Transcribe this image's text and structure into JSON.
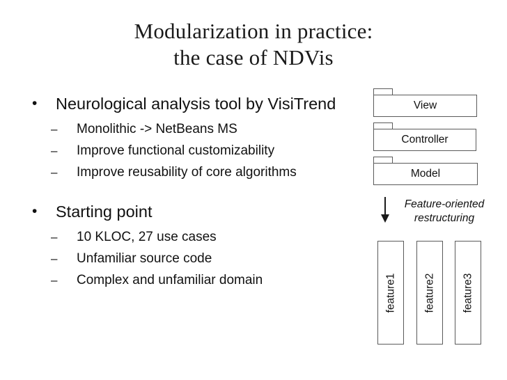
{
  "slide": {
    "background_color": "#ffffff",
    "text_color": "#111111",
    "outline_color": "#5a5a5a"
  },
  "title": {
    "line1": "Modularization in practice:",
    "line2": "the case of NDVis"
  },
  "body": {
    "groups": [
      {
        "heading": "Neurological analysis tool by VisiTrend",
        "bullet_mark": "•",
        "sub_mark": "–",
        "items": [
          "Monolithic -> NetBeans MS",
          "Improve functional customizability",
          "Improve reusability of core algorithms"
        ]
      },
      {
        "heading": "Starting point",
        "bullet_mark": "•",
        "sub_mark": "–",
        "items": [
          "10 KLOC, 27 use cases",
          "Unfamiliar source code",
          "Complex and unfamiliar domain"
        ]
      }
    ]
  },
  "diagram": {
    "packages": [
      {
        "label": "View"
      },
      {
        "label": "Controller"
      },
      {
        "label": "Model"
      }
    ],
    "arrow": {
      "icon": "down-arrow-icon",
      "label_line1": "Feature-oriented",
      "label_line2": "restructuring"
    },
    "features": [
      {
        "label": "feature1"
      },
      {
        "label": "feature2"
      },
      {
        "label": "feature3"
      }
    ]
  }
}
